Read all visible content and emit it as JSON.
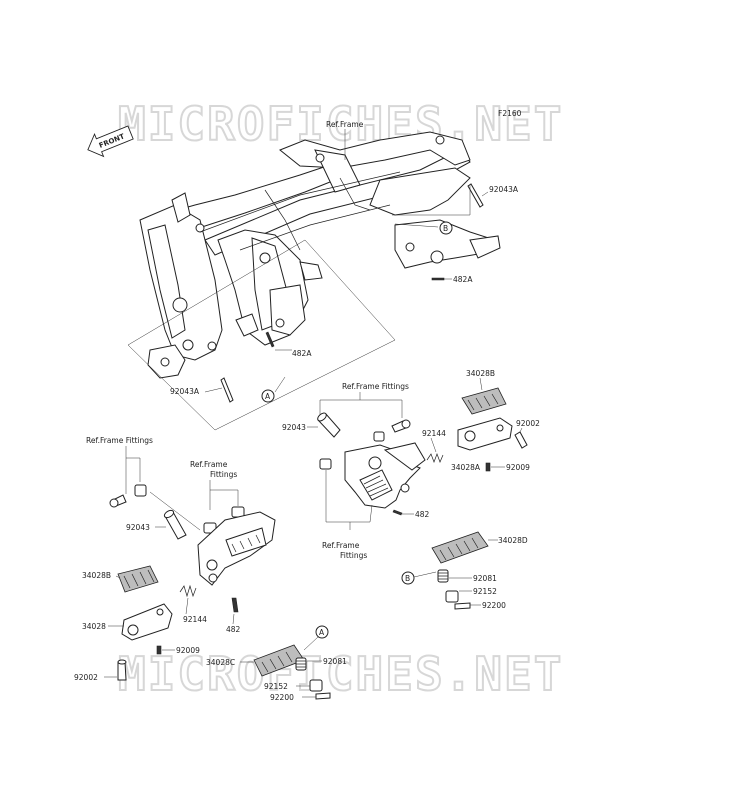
{
  "diagram": {
    "id": "F2160",
    "watermark": "MICROFICHES.NET",
    "front_badge": "FRONT",
    "ref_frame": "Ref.Frame",
    "ref_fittings_lines": [
      "Ref.Frame Fittings"
    ],
    "ref_fittings_left": [
      "Ref.Frame Fittings"
    ],
    "ref_fittings_mid": [
      "Ref.Frame",
      "Fittings"
    ],
    "ref_fittings_bottom": [
      "Ref.Frame",
      "Fittings"
    ],
    "labels": {
      "p92043A_top": "92043A",
      "p482A_top": "482A",
      "p482A_mid": "482A",
      "p92043A_left": "92043A",
      "p34028B_right": "34028B",
      "p92002_right": "92002",
      "p92043_mid": "92043",
      "p92144_right": "92144",
      "p34028A": "34028A",
      "p92009_right": "92009",
      "p482_mid": "482",
      "p34028D": "34028D",
      "p92081_right": "92081",
      "p92152_right": "92152",
      "p92200_right": "92200",
      "p92043_left": "92043",
      "p34028B_left": "34028B",
      "p92144_left": "92144",
      "p482_left": "482",
      "p34028": "34028",
      "p92009_left": "92009",
      "p92002_left": "92002",
      "p34028C": "34028C",
      "p92081_bottom": "92081",
      "p92152_bottom": "92152",
      "p92200_bottom": "92200"
    },
    "callouts": {
      "A": "A",
      "B": "B"
    }
  }
}
